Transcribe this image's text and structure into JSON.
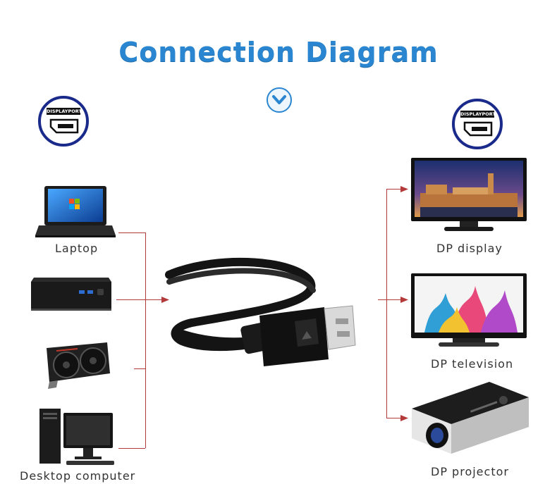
{
  "title": "Connection Diagram",
  "left_badge_text": "DISPLAYPORT",
  "right_badge_text": "DISPLAYPORT",
  "sources": [
    {
      "label": "Laptop",
      "icon": "laptop-icon"
    },
    {
      "label": "",
      "icon": "mini-pc-icon"
    },
    {
      "label": "",
      "icon": "graphics-card-icon"
    },
    {
      "label": "Desktop computer",
      "icon": "desktop-computer-icon"
    }
  ],
  "targets": [
    {
      "label": "DP display",
      "icon": "monitor-icon"
    },
    {
      "label": "DP television",
      "icon": "television-icon"
    },
    {
      "label": "DP projector",
      "icon": "projector-icon"
    }
  ],
  "colors": {
    "title": "#2a86d0",
    "badge_ring": "#1a2a8a",
    "connector_line": "#b33a3a"
  }
}
